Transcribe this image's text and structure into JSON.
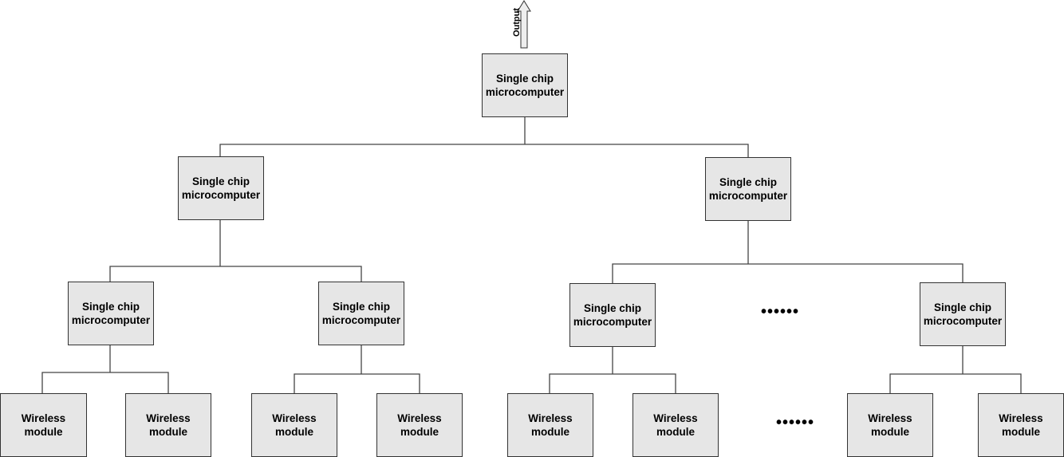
{
  "output_label": "Output",
  "mcu_label": "Single chip microcomputer",
  "wireless_label": "Wireless module",
  "ellipsis": "••••••",
  "nodes": {
    "root": "Single chip microcomputer",
    "level1": [
      "Single chip microcomputer",
      "Single chip microcomputer"
    ],
    "level2": [
      "Single chip microcomputer",
      "Single chip microcomputer",
      "Single chip microcomputer",
      "Single chip microcomputer"
    ],
    "leaves": [
      "Wireless module",
      "Wireless module",
      "Wireless module",
      "Wireless module",
      "Wireless module",
      "Wireless module",
      "Wireless module",
      "Wireless module"
    ]
  },
  "colors": {
    "box_fill": "#e6e6e6",
    "line": "#333333"
  }
}
